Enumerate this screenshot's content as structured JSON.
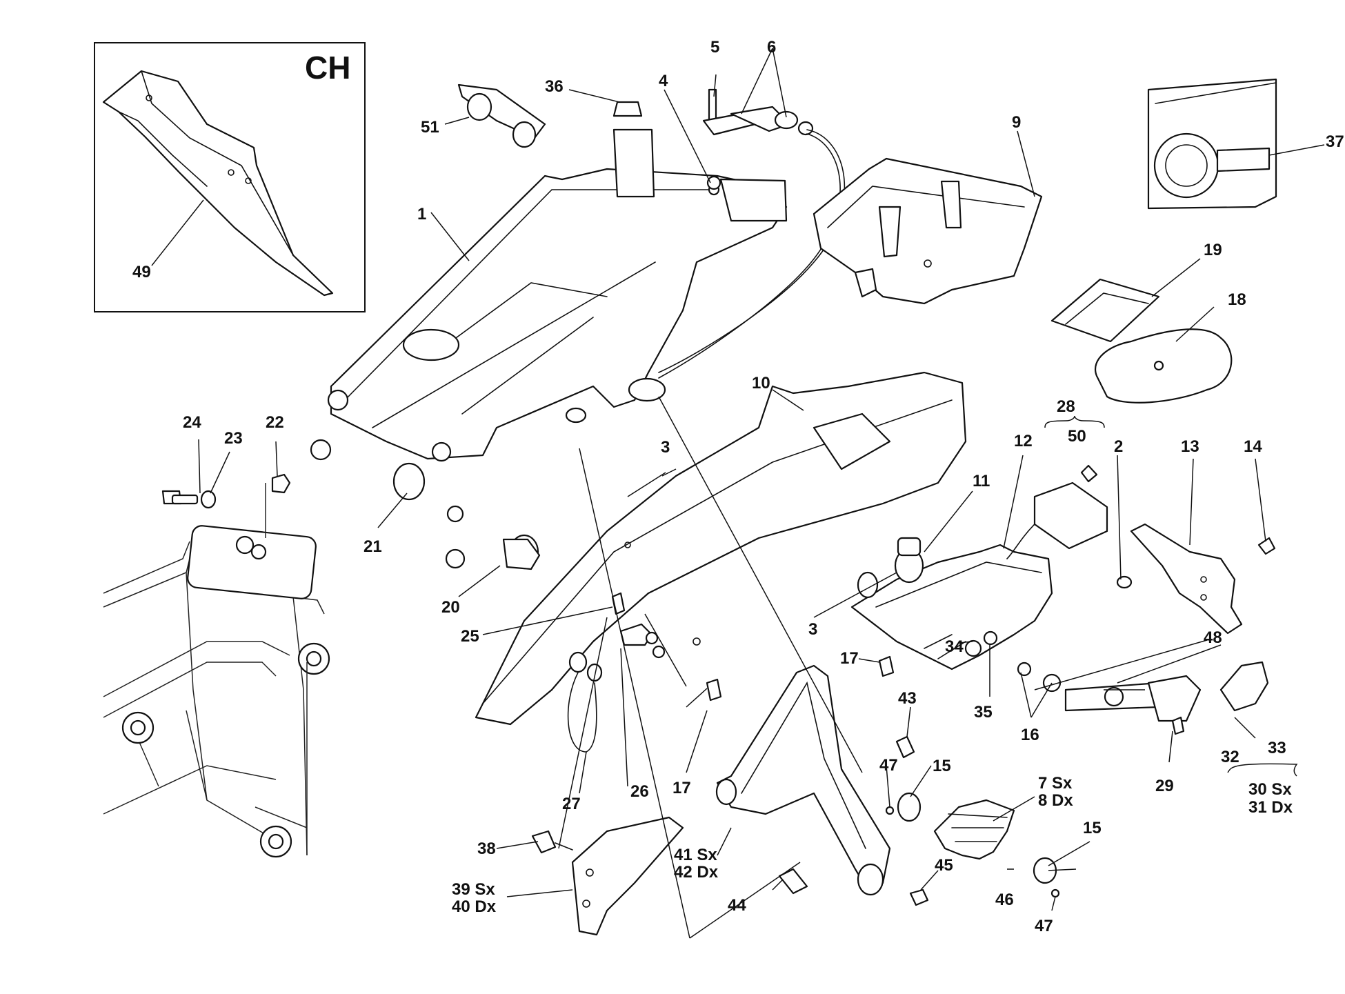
{
  "inset": {
    "tag": "CH",
    "part": "49"
  },
  "labels": {
    "l1": "1",
    "l2": "2",
    "l3a": "3",
    "l3b": "3",
    "l4": "4",
    "l5": "5",
    "l6": "6",
    "l7": "7 Sx",
    "l8": "8 Dx",
    "l9": "9",
    "l10": "10",
    "l11": "11",
    "l12": "12",
    "l13": "13",
    "l14": "14",
    "l15a": "15",
    "l15b": "15",
    "l16": "16",
    "l17a": "17",
    "l17b": "17",
    "l18": "18",
    "l19": "19",
    "l20": "20",
    "l21": "21",
    "l22": "22",
    "l23": "23",
    "l24": "24",
    "l25": "25",
    "l26": "26",
    "l27": "27",
    "l28": "28",
    "l29": "29",
    "l30": "30 Sx",
    "l31": "31 Dx",
    "l32": "32",
    "l33": "33",
    "l34": "34",
    "l35": "35",
    "l36": "36",
    "l37": "37",
    "l38": "38",
    "l39": "39 Sx",
    "l40": "40 Dx",
    "l41": "41 Sx",
    "l42": "42 Dx",
    "l43": "43",
    "l44": "44",
    "l45": "45",
    "l46": "46",
    "l47a": "47",
    "l47b": "47",
    "l48": "48",
    "l50": "50",
    "l51": "51"
  }
}
